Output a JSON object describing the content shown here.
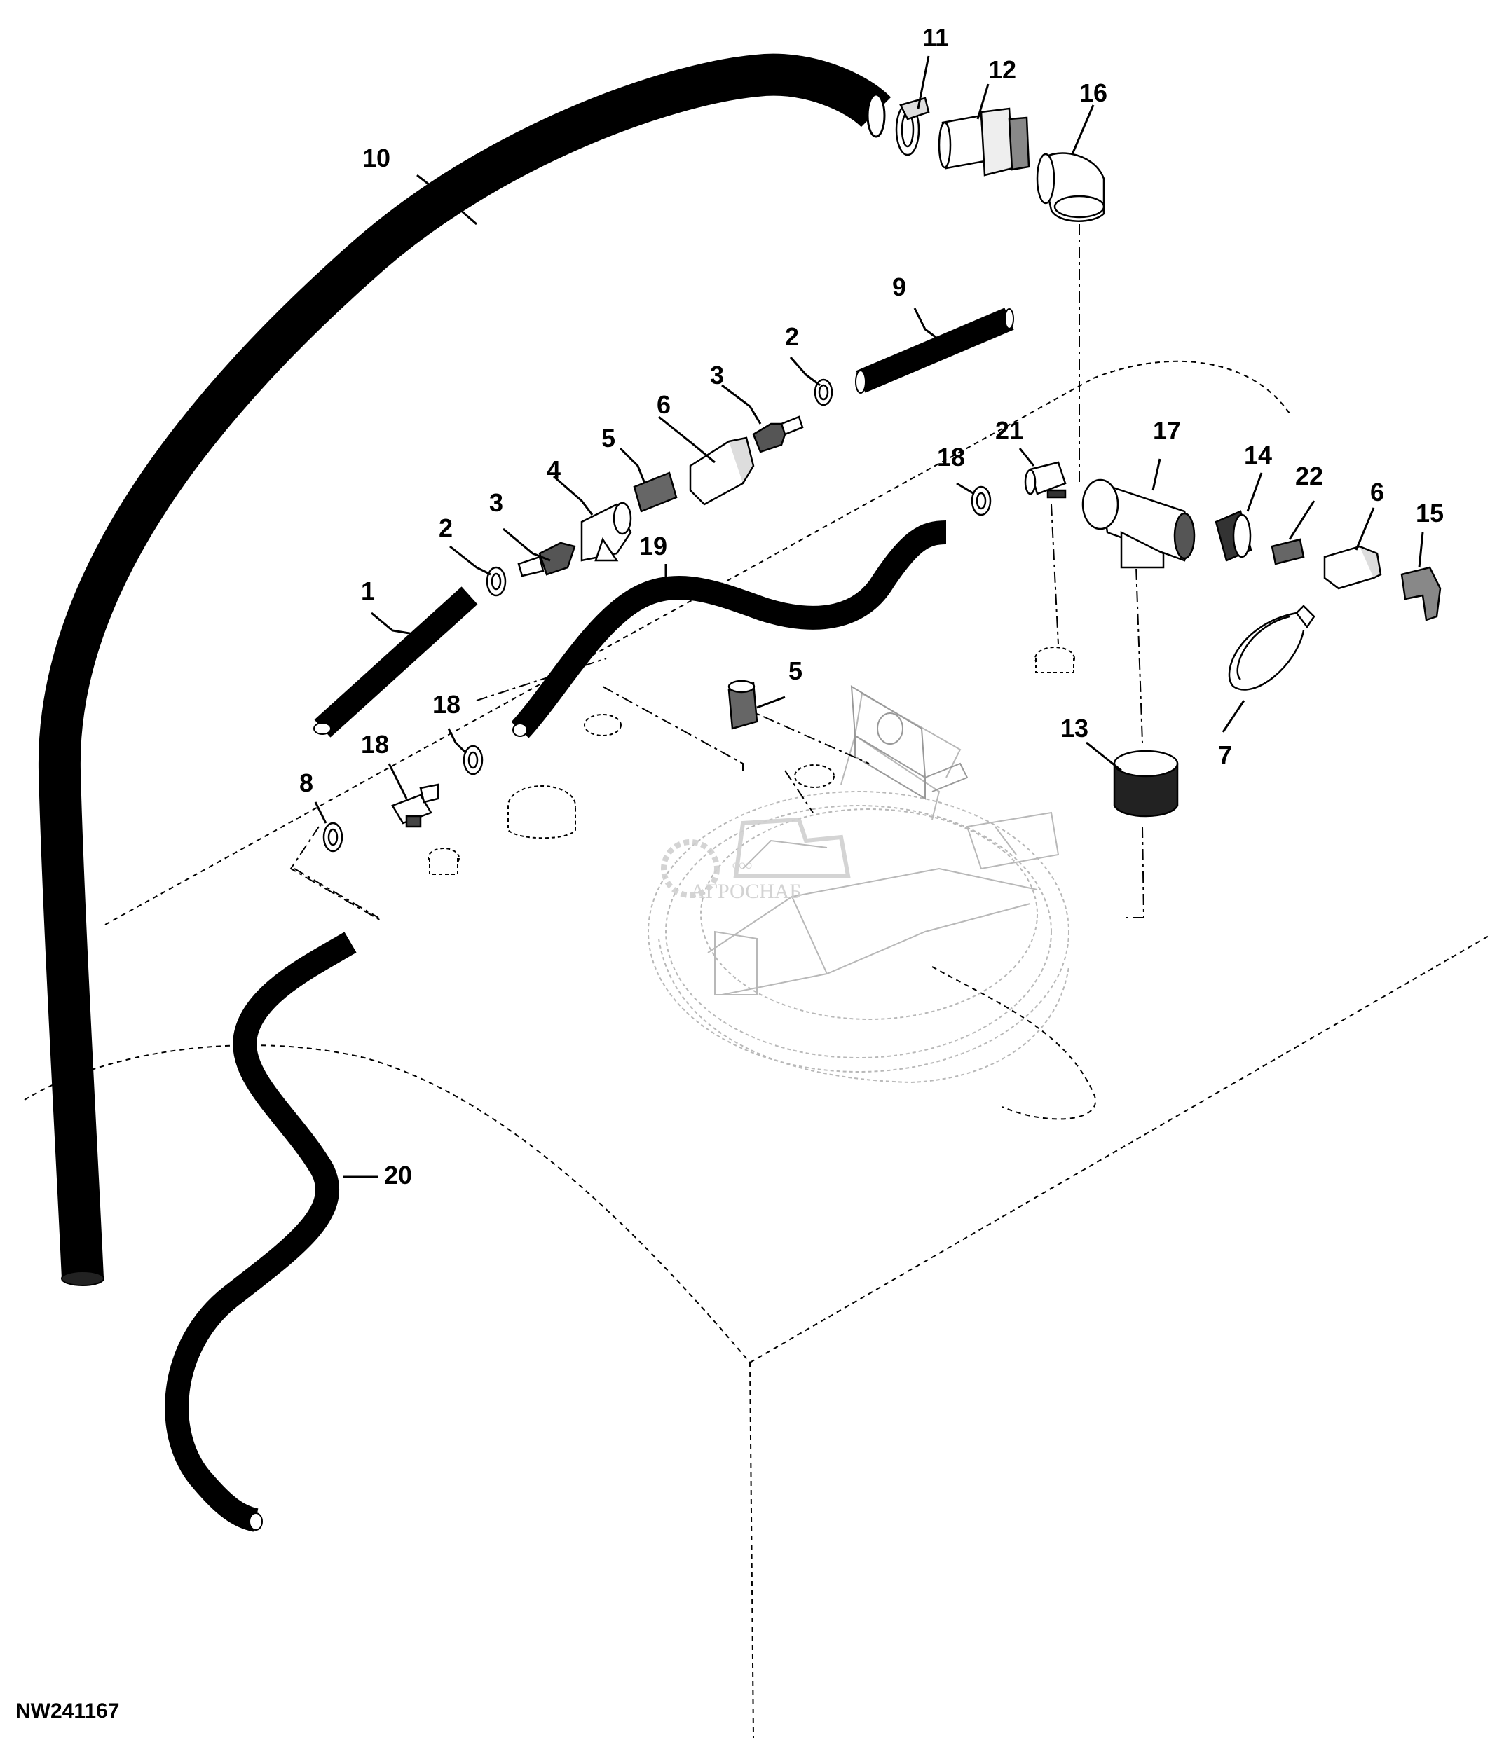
{
  "diagram": {
    "reference_code": "NW241167",
    "watermark": {
      "brand": "АГРОСНАБ",
      "prefix": "ООО"
    },
    "callouts": [
      {
        "id": "c1",
        "label": "1"
      },
      {
        "id": "c2a",
        "label": "2"
      },
      {
        "id": "c2b",
        "label": "2"
      },
      {
        "id": "c3a",
        "label": "3"
      },
      {
        "id": "c3b",
        "label": "3"
      },
      {
        "id": "c4",
        "label": "4"
      },
      {
        "id": "c5a",
        "label": "5"
      },
      {
        "id": "c5b",
        "label": "5"
      },
      {
        "id": "c6a",
        "label": "6"
      },
      {
        "id": "c6b",
        "label": "6"
      },
      {
        "id": "c7",
        "label": "7"
      },
      {
        "id": "c8",
        "label": "8"
      },
      {
        "id": "c9",
        "label": "9"
      },
      {
        "id": "c10",
        "label": "10"
      },
      {
        "id": "c11",
        "label": "11"
      },
      {
        "id": "c12",
        "label": "12"
      },
      {
        "id": "c13",
        "label": "13"
      },
      {
        "id": "c14",
        "label": "14"
      },
      {
        "id": "c15",
        "label": "15"
      },
      {
        "id": "c16",
        "label": "16"
      },
      {
        "id": "c17",
        "label": "17"
      },
      {
        "id": "c18a",
        "label": "18"
      },
      {
        "id": "c18b",
        "label": "18"
      },
      {
        "id": "c18c",
        "label": "18"
      },
      {
        "id": "c19",
        "label": "19"
      },
      {
        "id": "c20",
        "label": "20"
      },
      {
        "id": "c21",
        "label": "21"
      },
      {
        "id": "c22",
        "label": "22"
      }
    ]
  }
}
